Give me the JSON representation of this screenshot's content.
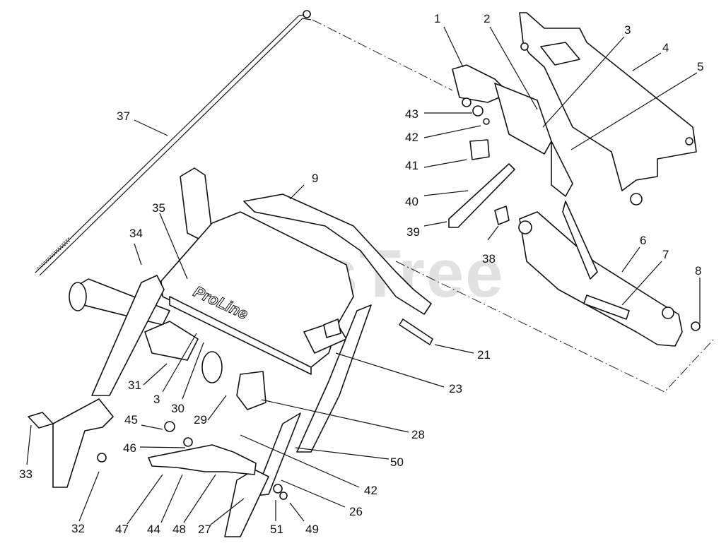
{
  "watermark": "PartsTree",
  "brand_label": "ProLine",
  "callouts": [
    {
      "id": "1"
    },
    {
      "id": "2"
    },
    {
      "id": "3"
    },
    {
      "id": "4"
    },
    {
      "id": "5"
    },
    {
      "id": "6"
    },
    {
      "id": "7"
    },
    {
      "id": "8"
    },
    {
      "id": "9"
    },
    {
      "id": "21"
    },
    {
      "id": "23"
    },
    {
      "id": "26"
    },
    {
      "id": "27"
    },
    {
      "id": "28"
    },
    {
      "id": "29"
    },
    {
      "id": "30"
    },
    {
      "id": "31"
    },
    {
      "id": "32"
    },
    {
      "id": "33"
    },
    {
      "id": "34"
    },
    {
      "id": "35"
    },
    {
      "id": "37"
    },
    {
      "id": "38"
    },
    {
      "id": "39"
    },
    {
      "id": "40"
    },
    {
      "id": "41"
    },
    {
      "id": "42"
    },
    {
      "id": "43"
    },
    {
      "id": "44"
    },
    {
      "id": "45"
    },
    {
      "id": "46"
    },
    {
      "id": "47"
    },
    {
      "id": "48"
    },
    {
      "id": "49"
    },
    {
      "id": "50"
    },
    {
      "id": "51"
    }
  ],
  "callouts_extra": [
    {
      "id": "3"
    },
    {
      "id": "42"
    }
  ]
}
